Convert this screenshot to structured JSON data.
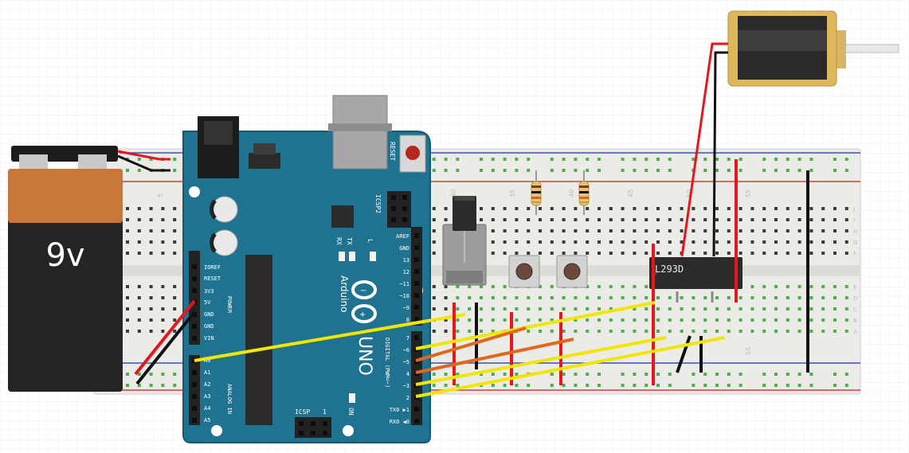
{
  "battery": {
    "label": "9v"
  },
  "arduino": {
    "brand": "Arduino",
    "model": "UNO",
    "reset_label": "RESET",
    "icsp2_label": "ICSP2",
    "icsp_label": "ICSP",
    "icsp_pin": "1",
    "tx_label": "TX",
    "rx_label": "RX",
    "l_label": "L",
    "on_label": "ON",
    "power_header_label": "POWER",
    "analog_header_label": "ANALOG IN",
    "digital_header_label": "DIGITAL (PWM=~)",
    "power_pins": [
      "IOREF",
      "RESET",
      "3V3",
      "5V",
      "GND",
      "GND",
      "VIN"
    ],
    "analog_pins": [
      "A0",
      "A1",
      "A2",
      "A3",
      "A4",
      "A5"
    ],
    "digital_pins_top": [
      "AREF",
      "GND",
      "13",
      "12",
      "~11",
      "~10",
      "~9",
      "8"
    ],
    "digital_pins_bottom": [
      "7",
      "~6",
      "~5",
      "4",
      "~3",
      "2",
      "TX0 ▶1",
      "RX0 ◀0"
    ]
  },
  "chip": {
    "label": "L293D"
  },
  "breadboard": {
    "column_numbers": [
      "5",
      "30",
      "35",
      "40",
      "45",
      "50",
      "55"
    ],
    "bottom_column_number": "55",
    "row_letters_top": [
      "J",
      "I",
      "H",
      "G",
      "F"
    ],
    "row_letters_bottom": [
      "E",
      "D",
      "C",
      "B",
      "A"
    ]
  },
  "colors": {
    "board_blue": "#1c6f8c",
    "wire_red": "#e8151a",
    "wire_black": "#111111",
    "wire_yellow": "#f2e600",
    "wire_orange": "#e0681c",
    "breadboard": "#e9e9e5",
    "rail_red": "#e03b3b",
    "rail_blue": "#3a4fc8",
    "battery_orange": "#c8763a",
    "solenoid_gold": "#e0b85c"
  }
}
